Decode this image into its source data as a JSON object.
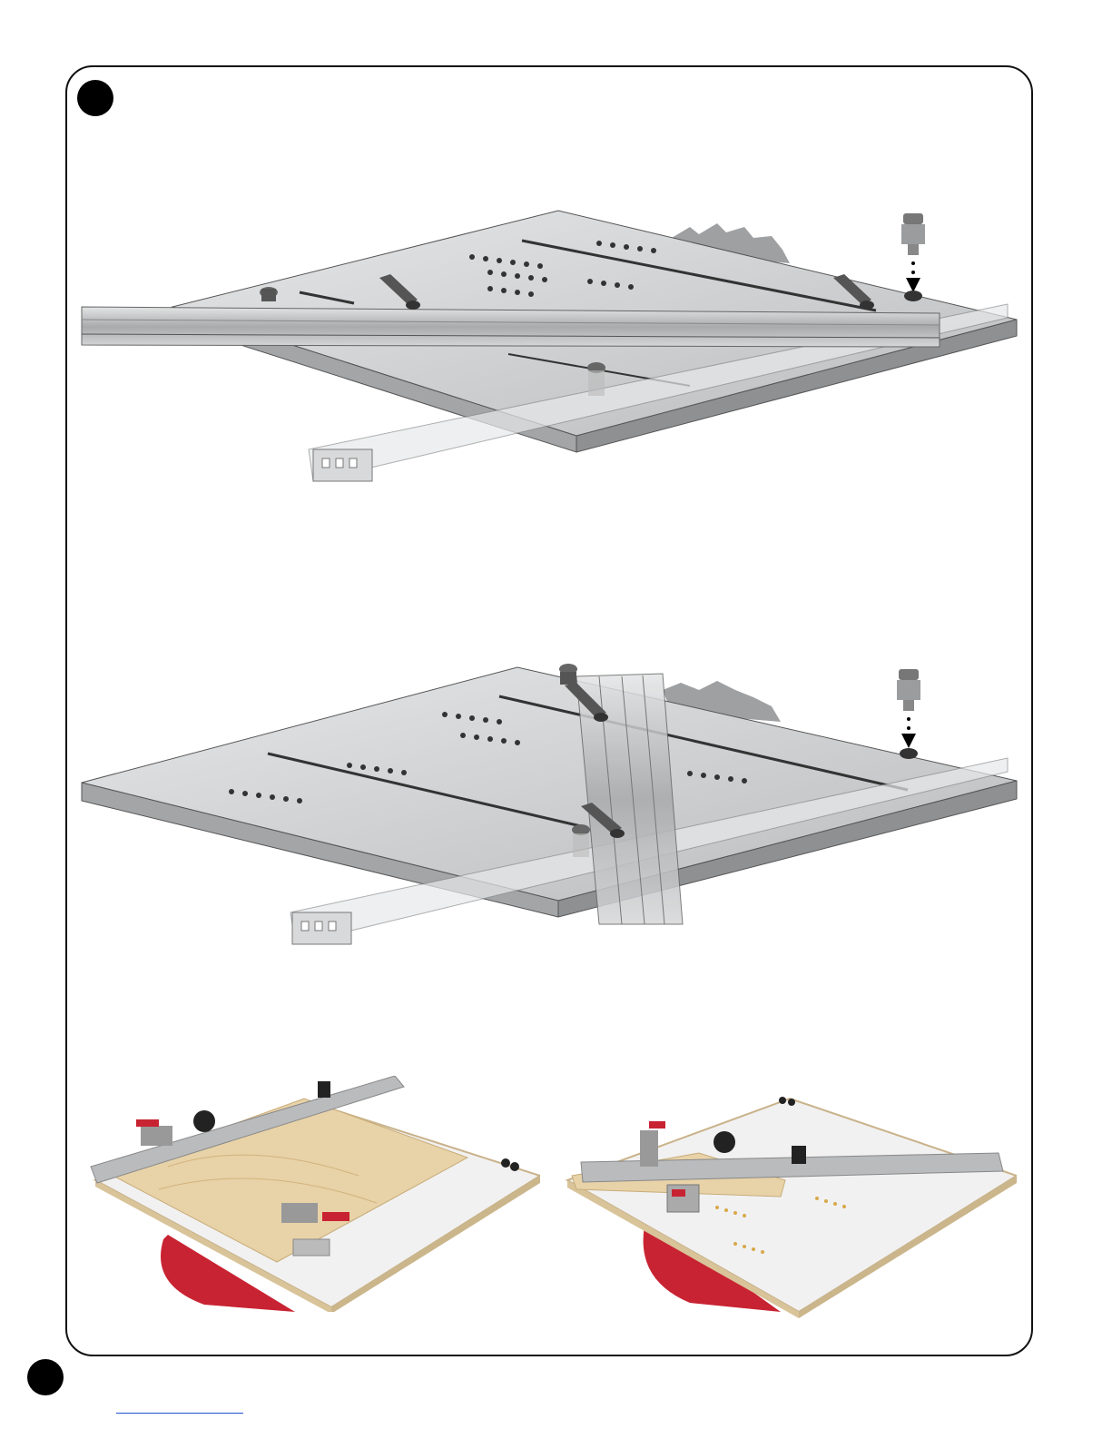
{
  "page": {
    "step_markers": [
      "step-1",
      "page-number"
    ],
    "illustrations": [
      {
        "name": "sled-fence-parallel-assembly"
      },
      {
        "name": "sled-fence-angled-assembly"
      },
      {
        "name": "sled-photo-crosscut"
      },
      {
        "name": "sled-photo-miter"
      }
    ]
  },
  "colors": {
    "table_top": "#cfd1d3",
    "table_edge": "#9a9c9e",
    "rail": "#bfc1c3",
    "blade_red": "#c82332",
    "wood": "#e8d2a8",
    "sled_base": "#f1f1f1"
  },
  "footer": {
    "link_text": ""
  }
}
